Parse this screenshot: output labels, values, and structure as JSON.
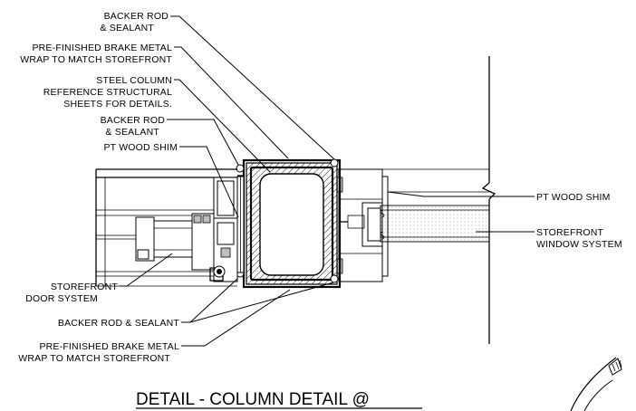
{
  "labels": {
    "backer_rod_top_1": "BACKER ROD",
    "backer_rod_top_2": "& SEALANT",
    "brake_metal_top_1": "PRE-FINISHED BRAKE METAL",
    "brake_metal_top_2": "WRAP TO MATCH STOREFRONT",
    "steel_column_1": "STEEL COLUMN",
    "steel_column_2": "REFERENCE STRUCTURAL",
    "steel_column_3": "SHEETS FOR DETAILS.",
    "backer_rod_mid_1": "BACKER ROD",
    "backer_rod_mid_2": "& SEALANT",
    "pt_wood_shim_left": "PT WOOD SHIM",
    "pt_wood_shim_right": "PT WOOD SHIM",
    "storefront_window_1": "STOREFRONT",
    "storefront_window_2": "WINDOW SYSTEM",
    "storefront_door_1": "STOREFRONT",
    "storefront_door_2": "DOOR SYSTEM",
    "backer_rod_bottom": "BACKER ROD & SEALANT",
    "brake_metal_bottom_1": "PRE-FINISHED BRAKE METAL",
    "brake_metal_bottom_2": "WRAP TO MATCH STOREFRONT"
  },
  "title": "DETAIL - COLUMN DETAIL @"
}
